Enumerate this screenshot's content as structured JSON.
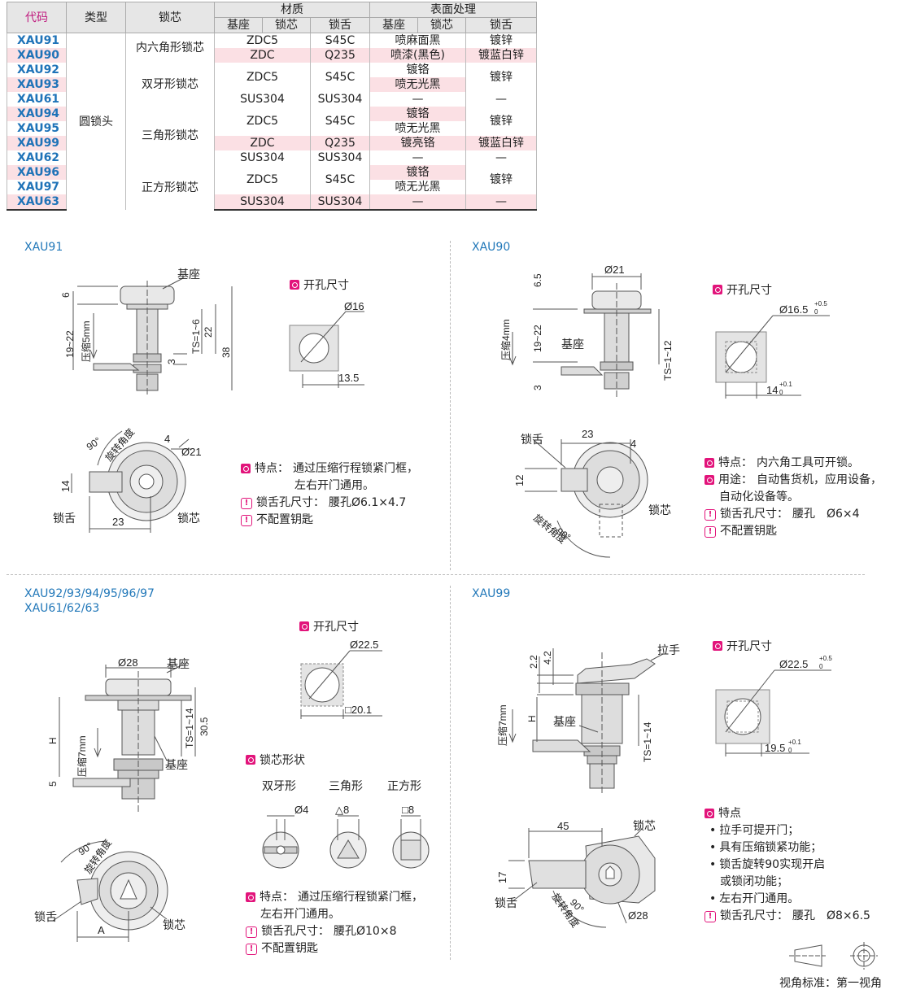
{
  "table": {
    "headers": {
      "code": "代码",
      "type": "类型",
      "core": "锁芯",
      "material": "材质",
      "surface": "表面处理",
      "base": "基座",
      "core2": "锁芯",
      "tongue": "锁舌",
      "base2": "基座",
      "core3": "锁芯",
      "tongue2": "锁舌"
    },
    "type_value": "圆锁头",
    "rows": [
      {
        "code": "XAU91",
        "core": "内六角形锁芯",
        "mat_bc": "ZDC5",
        "tongue": "S45C",
        "surf_bc": "喷麻面黑",
        "surf_t": "镀锌"
      },
      {
        "code": "XAU90",
        "core": "",
        "mat_bc": "ZDC",
        "tongue": "Q235",
        "surf_bc": "喷漆(黑色)",
        "surf_t": "镀蓝白锌"
      },
      {
        "code": "XAU92",
        "core": "双牙形锁芯",
        "mat_bc": "ZDC5",
        "tongue": "S45C",
        "surf_bc": "镀铬",
        "surf_t": "镀锌"
      },
      {
        "code": "XAU93",
        "core": "",
        "mat_bc": "",
        "tongue": "",
        "surf_bc": "喷无光黑",
        "surf_t": ""
      },
      {
        "code": "XAU61",
        "core": "",
        "mat_bc": "SUS304",
        "tongue": "SUS304",
        "surf_bc": "—",
        "surf_t": "—"
      },
      {
        "code": "XAU94",
        "core": "三角形锁芯",
        "mat_bc": "ZDC5",
        "tongue": "S45C",
        "surf_bc": "镀铬",
        "surf_t": "镀锌"
      },
      {
        "code": "XAU95",
        "core": "",
        "mat_bc": "",
        "tongue": "",
        "surf_bc": "喷无光黑",
        "surf_t": ""
      },
      {
        "code": "XAU99",
        "core": "",
        "mat_bc": "ZDC",
        "tongue": "Q235",
        "surf_bc": "镀亮铬",
        "surf_t": "镀蓝白锌"
      },
      {
        "code": "XAU62",
        "core": "",
        "mat_bc": "SUS304",
        "tongue": "SUS304",
        "surf_bc": "—",
        "surf_t": "—"
      },
      {
        "code": "XAU96",
        "core": "正方形锁芯",
        "mat_bc": "ZDC5",
        "tongue": "S45C",
        "surf_bc": "镀铬",
        "surf_t": "镀锌"
      },
      {
        "code": "XAU97",
        "core": "",
        "mat_bc": "",
        "tongue": "",
        "surf_bc": "喷无光黑",
        "surf_t": ""
      },
      {
        "code": "XAU63",
        "core": "",
        "mat_bc": "SUS304",
        "tongue": "SUS304",
        "surf_bc": "—",
        "surf_t": "—"
      }
    ]
  },
  "xau91": {
    "title": "XAU91",
    "cutout_label": "开孔尺寸",
    "dims": {
      "base": "基座",
      "d6": "6",
      "d1922": "19~22",
      "comp": "压缩5mm",
      "ts": "TS=1~6",
      "d22": "22",
      "d38": "38",
      "d3": "3",
      "phi16": "Ø16",
      "d135": "13.5",
      "a90": "90°",
      "rot": "旋转角度",
      "d4": "4",
      "phi21": "Ø21",
      "d14": "14",
      "d23": "23",
      "tongue": "锁舌",
      "core": "锁芯"
    },
    "features_label": "特点：",
    "features": "通过压缩行程锁紧门框，",
    "features2": "左右开门通用。",
    "hole_label": "锁舌孔尺寸：",
    "hole_value": "腰孔Ø6.1×4.7",
    "nokey": "不配置钥匙"
  },
  "xau90": {
    "title": "XAU90",
    "cutout_label": "开孔尺寸",
    "dims": {
      "d65": "6.5",
      "phi21": "Ø21",
      "comp": "压缩4mm",
      "d1922": "19~22",
      "base": "基座",
      "ts": "TS=1~12",
      "d3": "3",
      "phi165": "Ø16.5",
      "tol_up": "+0.5",
      "tol_lo": "0",
      "d14": "14",
      "tol_up2": "+0.1",
      "tol_lo2": "0",
      "tongue": "锁舌",
      "d23": "23",
      "d4": "4",
      "d12": "12",
      "core": "锁芯",
      "a90": "90°",
      "rot": "旋转角度"
    },
    "f1_label": "特点：",
    "f1": "内六角工具可开锁。",
    "f2_label": "用途：",
    "f2": "自动售货机，应用设备，",
    "f2b": "自动化设备等。",
    "hole_label": "锁舌孔尺寸：",
    "hole_value": "腰孔　Ø6×4",
    "nokey": "不配置钥匙"
  },
  "xau92": {
    "title1": "XAU92/93/94/95/96/97",
    "title2": "XAU61/62/63",
    "cutout_label": "开孔尺寸",
    "dims": {
      "phi28": "Ø28",
      "base": "基座",
      "h": "H",
      "comp": "压缩7mm",
      "ts": "TS=1~14",
      "d305": "30.5",
      "base2": "基座",
      "d5": "5",
      "phi225": "Ø22.5",
      "sq201": "□20.1",
      "a90": "90°",
      "rot": "旋转角度",
      "tongue": "锁舌",
      "a": "A",
      "core": "锁芯"
    },
    "shape_label": "锁芯形状",
    "shapes": [
      "双牙形",
      "三角形",
      "正方形"
    ],
    "shape_dims": [
      "Ø4",
      "△8",
      "□8"
    ],
    "features_label": "特点：",
    "features": "通过压缩行程锁紧门框，",
    "features2": "左右开门通用。",
    "hole_label": "锁舌孔尺寸：",
    "hole_value": "腰孔Ø10×8",
    "nokey": "不配置钥匙"
  },
  "xau99": {
    "title": "XAU99",
    "cutout_label": "开孔尺寸",
    "dims": {
      "d22": "2.2",
      "d42": "4.2",
      "handle": "拉手",
      "comp": "压缩7mm",
      "h": "H",
      "base": "基座",
      "ts": "TS=1~14",
      "phi225": "Ø22.5",
      "tol_up": "+0.5",
      "tol_lo": "0",
      "d195": "19.5",
      "tol_up2": "+0.1",
      "tol_lo2": "0",
      "d45": "45",
      "core": "锁芯",
      "d17": "17",
      "tongue": "锁舌",
      "a90": "90°",
      "rot": "旋转角度",
      "phi28": "Ø28"
    },
    "features_label": "特点",
    "bullets": [
      "拉手可提开门；",
      "具有压缩锁紧功能；",
      "锁舌旋转90实现开启",
      "或锁闭功能；",
      "左右开门通用。"
    ],
    "hole_label": "锁舌孔尺寸：",
    "hole_value": "腰孔　Ø8×6.5"
  },
  "footer": {
    "view_label": "视角标准：第一视角"
  }
}
